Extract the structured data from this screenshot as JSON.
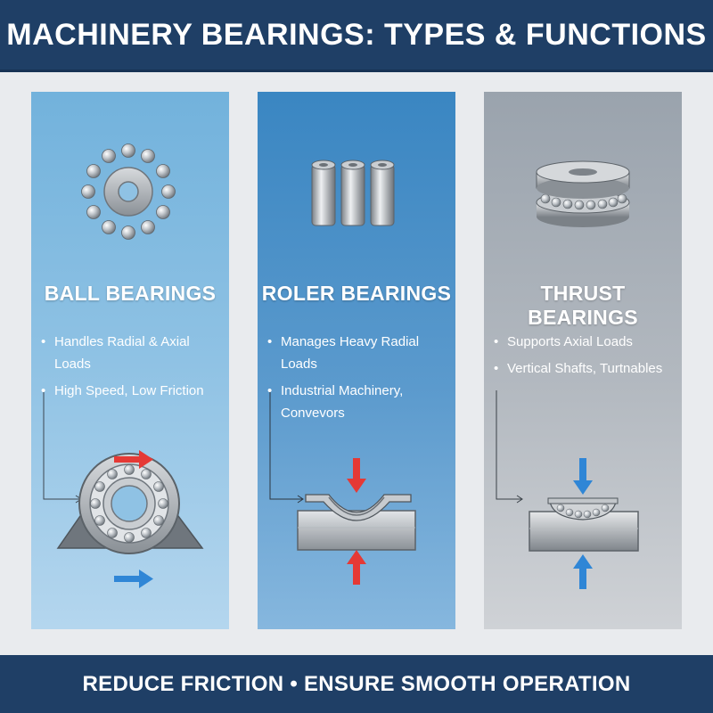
{
  "header": {
    "title": "MACHINERY BEARINGS: TYPES & FUNCTIONS"
  },
  "panels": [
    {
      "title": "BALL BEARINGS",
      "bullets": [
        "Handles Radial & Axial Loads",
        "High Speed, Low Friction"
      ],
      "bg_color": "#8fc2e4",
      "icon": "ball-bearing-icon"
    },
    {
      "title": "ROLER BEARINGS",
      "bullets": [
        "Manages Heavy Radial Loads",
        "Industrial Machinery, Convevors"
      ],
      "bg_color": "#5b9acd",
      "icon": "roller-bearing-icon"
    },
    {
      "title": "THRUST BEARINGS",
      "bullets": [
        "Supports Axial Loads",
        "Vertical Shafts, Turtnables"
      ],
      "bg_color": "#b3b9c0",
      "icon": "thrust-bearing-icon"
    }
  ],
  "footer": {
    "tagline": "REDUCE FRICTION • ENSURE SMOOTH OPERATION"
  },
  "colors": {
    "navy": "#1f3f66",
    "arrow_red": "#e53935",
    "arrow_blue": "#2f86d6",
    "steel": "#a9aeb4"
  }
}
